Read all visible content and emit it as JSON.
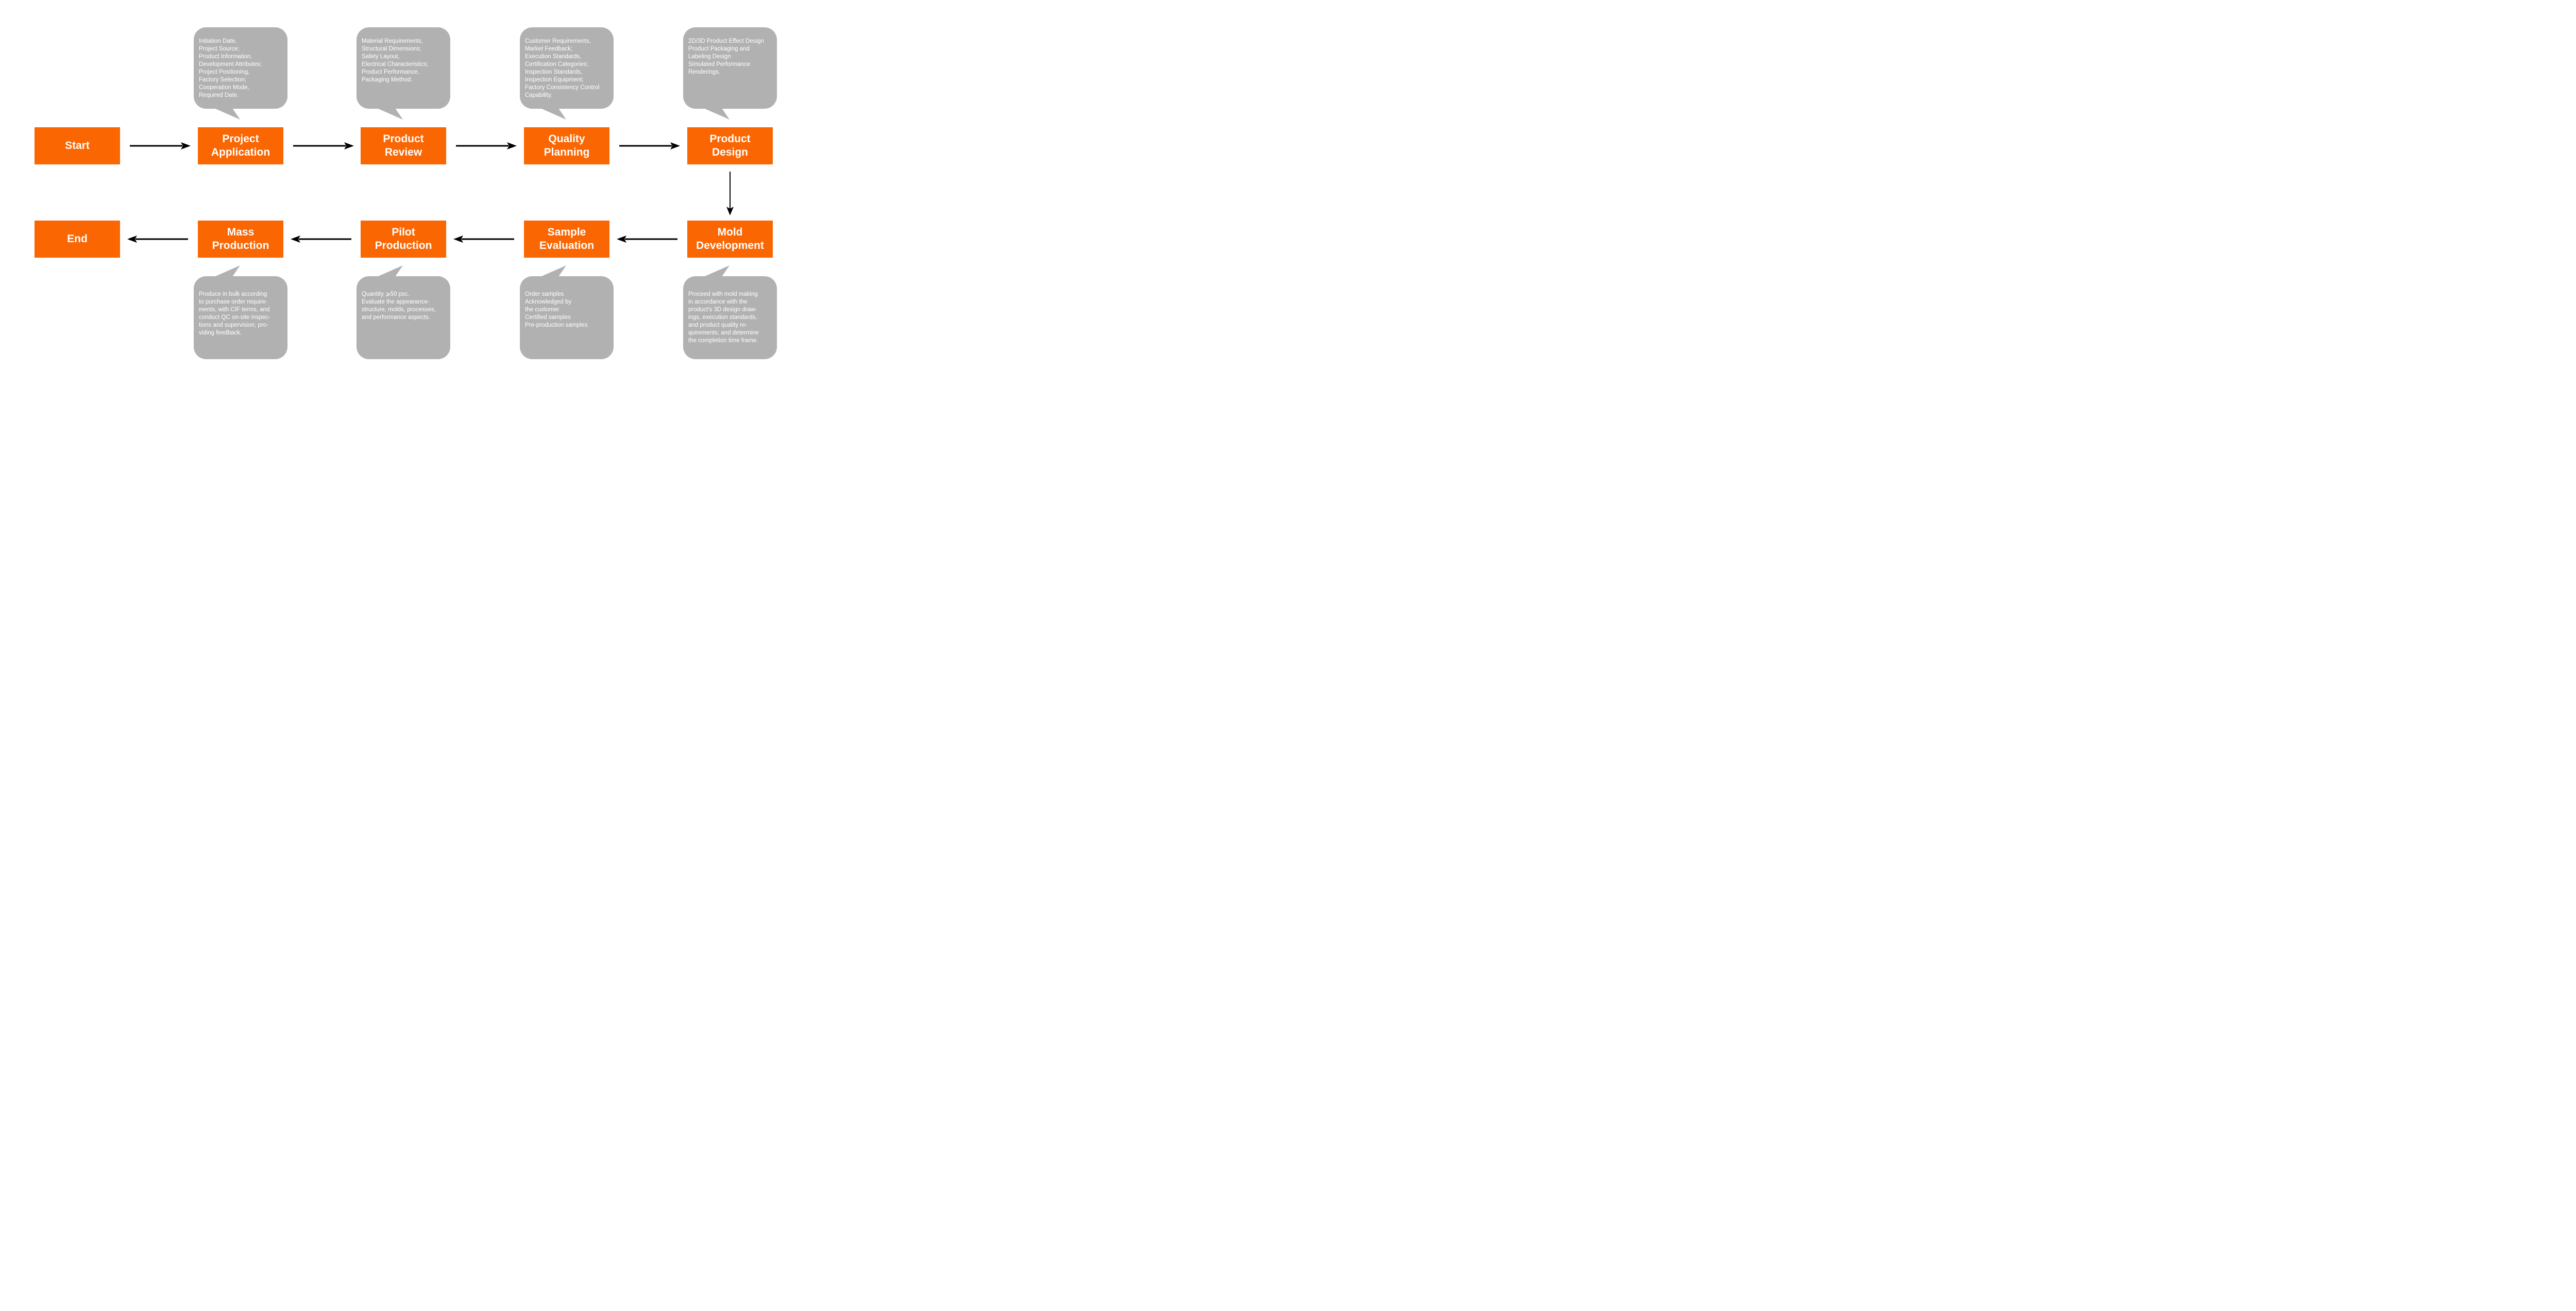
{
  "colors": {
    "node_fill": "#FA6602",
    "callout_fill": "#B1B1B1",
    "arrow": "#000000",
    "node_text": "#FFFFFF",
    "background": "#FFFFFF"
  },
  "nodes": {
    "start": "Start",
    "project_application": "Project\nApplication",
    "product_review": "Product\nReview",
    "quality_planning": "Quality\nPlanning",
    "product_design": "Product\nDesign",
    "end": "End",
    "mass_production": "Mass\nProduction",
    "pilot_production": "Pilot\nProduction",
    "sample_evaluation": "Sample\nEvaluation",
    "mold_development": "Mold\nDevelopment"
  },
  "callouts": {
    "project_application": "Initiation Date,\nProject Source;\nProduct Information,\nDevelopment Attributes;\nProject Positioning,\nFactory Selection;\nCooperation Mode,\nRequired Date.",
    "product_review": "Material Requirements,\nStructural Dimensions;\nSafety Layout,\nElectrical Characteristics;\nProduct Performance,\nPackaging Method.",
    "quality_planning": "Customer Requirements,\nMarket Feedback;\nExecution Standards,\nCertification Categories;\nInspection Standards,\nInspection Equipment;\nFactory Consistency Control\nCapability.",
    "product_design": "2D/3D Product Effect Design\nProduct Packaging and\nLabeling Design\nSimulated Performance\nRenderings.",
    "mass_production": "Produce in bulk according\nto purchase order require-\nments, with CIF  terms, and\nconduct QC on-site inspec-\ntions and supervision, pro-\nviding feedback.",
    "pilot_production": "Quantity ⩾50 psc.\nEvaluate the appearance-\nstructure, molds, processes,\nand performance aspects.",
    "sample_evaluation": "Order samples\nAcknowledged by\nthe customer\nCertified samples\nPre-production samples",
    "mold_development": "Proceed with mold making\nin accordance with the\nproduct's 3D design draw-\nings, execution standards,\nand product quality re-\nquirements, and determine\nthe completion time frame."
  }
}
